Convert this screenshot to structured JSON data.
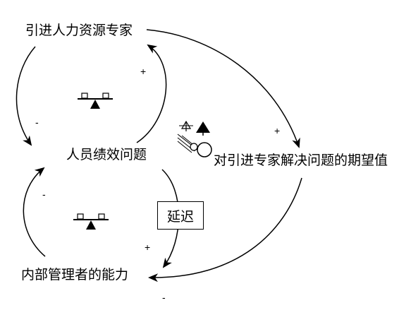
{
  "nodes": {
    "hire_experts": "引进人力资源专家",
    "performance_problem": "人员绩效问题",
    "expectation": "对引进专家解决问题的期望值",
    "internal_capability": "内部管理者的能力"
  },
  "delay_label": "延迟",
  "polarities": {
    "hire_to_expectation": "+",
    "performance_to_hire": "+",
    "hire_to_performance": "-",
    "capability_to_performance": "-",
    "performance_to_capability": "+",
    "expectation_to_capability": "-"
  },
  "icons": [
    "balance-loop-icon",
    "balance-loop-icon",
    "reinforcing-loop-snowball-icon"
  ],
  "colors": {
    "stroke": "#000000",
    "background": "#ffffff"
  }
}
